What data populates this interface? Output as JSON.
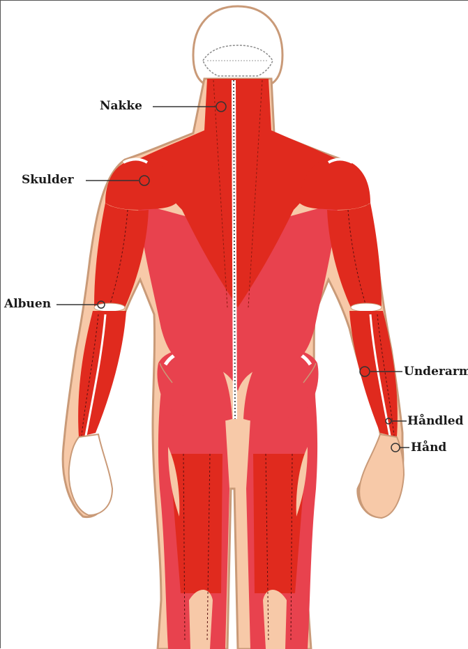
{
  "labels": {
    "nakke": "Nakke",
    "skulder": "Skulder",
    "albuen": "Albuen",
    "underarm": "Underarm",
    "handled": "Håndled",
    "hand": "Hånd"
  },
  "colors": {
    "muscle_dark": "#e02a1e",
    "muscle_light": "#e8424e",
    "skin": "#f7c9a8",
    "outline": "#c99a78",
    "bone": "#ffffff",
    "leader_line": "#333333"
  }
}
